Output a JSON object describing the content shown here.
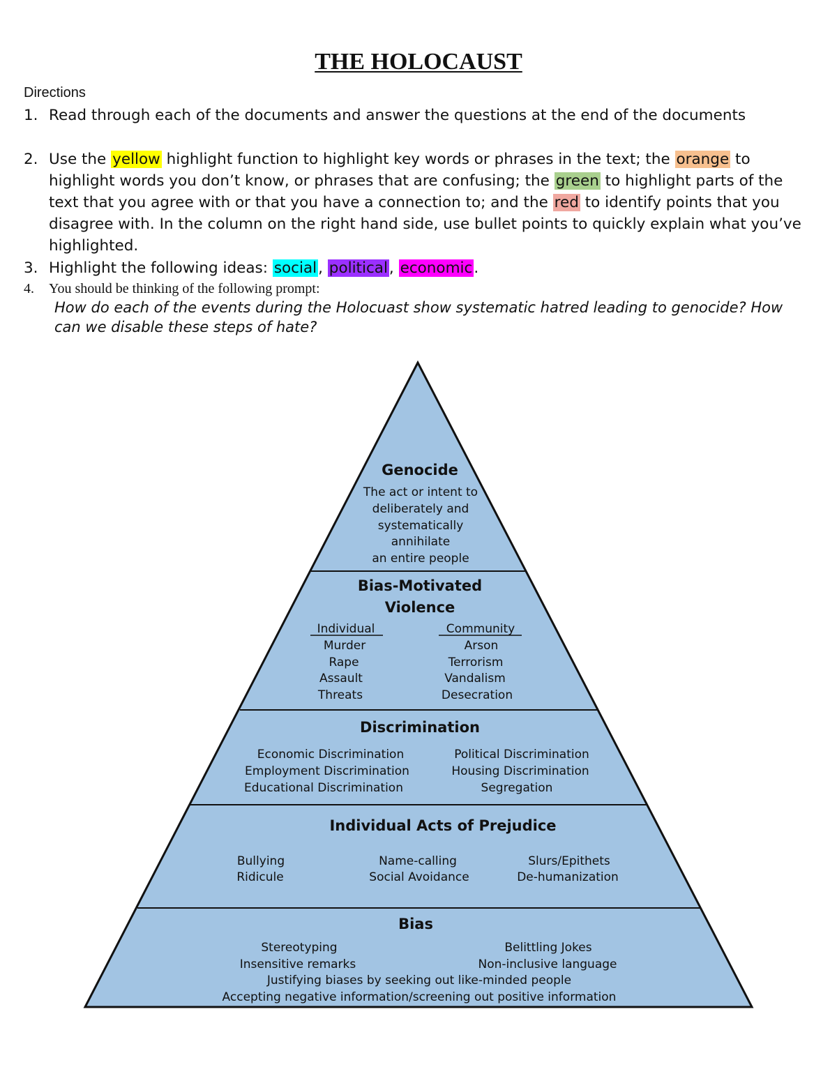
{
  "document": {
    "title": "THE HOLOCAUST",
    "directions_heading": "Directions",
    "items": {
      "i1": {
        "num": "1.",
        "text": "Read through each of the documents and answer the questions at the end of the documents"
      },
      "i2": {
        "num": "2.",
        "p1": "Use the ",
        "yellow": "yellow",
        "p2": " highlight function to highlight key words or phrases in the text; the ",
        "orange": "orange",
        "p3": " to highlight words you don’t know, or phrases that are confusing; the ",
        "green": "green",
        "p4": " to highlight parts of the text that you agree with or that you have a connection to; and the ",
        "red": "red",
        "p5": " to identify points that you disagree with. In the column on the right hand side, use bullet points to quickly explain what you’ve highlighted."
      },
      "i3": {
        "num": "3.",
        "p1": "Highlight the following ideas: ",
        "social": "social",
        "comma1": ", ",
        "political": "political",
        "comma2": ", ",
        "economic": "economic",
        "end": "."
      },
      "i4": {
        "num": "4.",
        "text": "You should be thinking of the following prompt:"
      }
    },
    "prompt": "How do each of the events during the Holocuast show systematic hatred leading to genocide? How can we disable these steps of hate?"
  },
  "colors": {
    "pyramid_fill": "#a2c4e3",
    "pyramid_stroke": "#111111",
    "yellow": "#ffff00",
    "orange": "#f7c08f",
    "green": "#a9d08e",
    "red": "#f0a8a0",
    "social": "#00ffff",
    "political": "#9b30ff",
    "economic": "#ff00ff"
  },
  "pyramid": {
    "genocide": {
      "title": "Genocide",
      "lines": [
        "The act or intent to",
        "deliberately and",
        "systematically",
        "annihilate",
        "an entire people"
      ]
    },
    "violence": {
      "title1": "Bias-Motivated",
      "title2": "Violence",
      "individual_head": "Individual",
      "individual": [
        "Murder",
        "Rape",
        "Assault",
        "Threats"
      ],
      "community_head": "Community",
      "community": [
        "Arson",
        "Terrorism",
        "Vandalism",
        "Desecration"
      ]
    },
    "discrimination": {
      "title": "Discrimination",
      "left": [
        "Economic Discrimination",
        "Employment Discrimination",
        "Educational Discrimination"
      ],
      "right": [
        "Political Discrimination",
        "Housing Discrimination",
        "Segregation"
      ]
    },
    "prejudice": {
      "title": "Individual Acts of Prejudice",
      "col1": [
        "Bullying",
        "Ridicule"
      ],
      "col2": [
        "Name-calling",
        "Social Avoidance"
      ],
      "col3": [
        "Slurs/Epithets",
        "De-humanization"
      ]
    },
    "bias": {
      "title": "Bias",
      "left": [
        "Stereotyping",
        "Insensitive remarks"
      ],
      "right": [
        "Belittling Jokes",
        "Non-inclusive language"
      ],
      "line3": "Justifying biases by seeking out like-minded people",
      "line4": "Accepting negative information/screening out positive information"
    }
  }
}
